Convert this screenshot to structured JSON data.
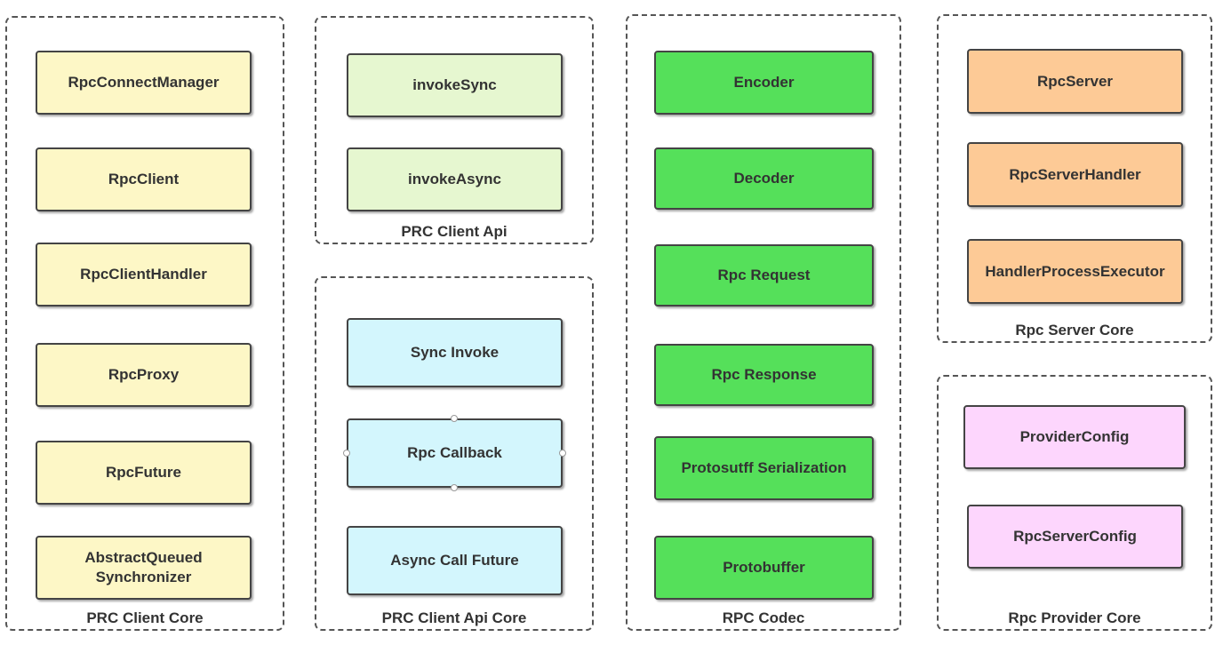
{
  "colors": {
    "client_core": "#fdf7c6",
    "client_api": "#e6f7d0",
    "client_api_core": "#d3f6fd",
    "codec": "#55e05a",
    "server_core": "#fdca96",
    "provider_core": "#fdd6fd"
  },
  "groups": {
    "client_core": {
      "label": "PRC Client Core",
      "items": [
        "RpcConnectManager",
        "RpcClient",
        "RpcClientHandler",
        "RpcProxy",
        "RpcFuture",
        "AbstractQueued\nSynchronizer"
      ]
    },
    "client_api": {
      "label": "PRC Client Api",
      "items": [
        "invokeSync",
        "invokeAsync"
      ]
    },
    "client_api_core": {
      "label": "PRC Client Api Core",
      "items": [
        "Sync Invoke",
        "Rpc Callback",
        "Async Call Future"
      ]
    },
    "codec": {
      "label": "RPC Codec",
      "items": [
        "Encoder",
        "Decoder",
        "Rpc Request",
        "Rpc Response",
        "Protosutff Serialization",
        "Protobuffer"
      ]
    },
    "server_core": {
      "label": "Rpc Server Core",
      "items": [
        "RpcServer",
        "RpcServerHandler",
        "HandlerProcessExecutor"
      ]
    },
    "provider_core": {
      "label": "Rpc Provider Core",
      "items": [
        "ProviderConfig",
        "RpcServerConfig"
      ]
    }
  }
}
